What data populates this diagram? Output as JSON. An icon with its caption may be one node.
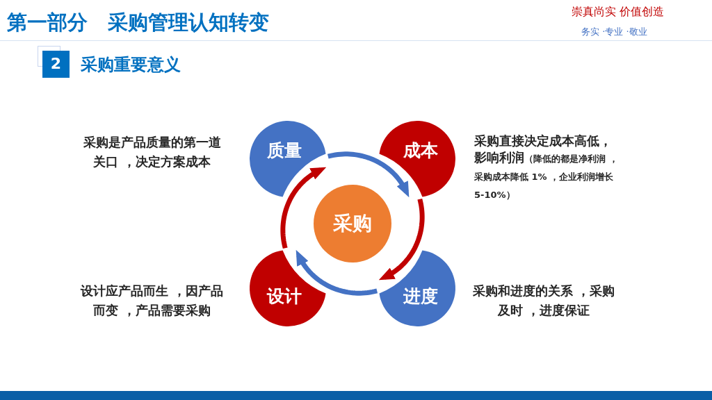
{
  "diagram": {
    "title": "第一部分　采购管理认知转变",
    "nodes": [
      {
        "text": [
          "2"
        ],
        "beside": [
          "采购重要意义"
        ]
      },
      {
        "text": [
          "质量"
        ],
        "beside": [
          "采购是产品质量的第一道关口 ，决定方案成本"
        ]
      },
      {
        "text": [
          "成本"
        ],
        "beside": [
          "采购直接决定成本高低，影响利润",
          "（降低的都是净利润 ，采购成本降低 1% ，企业利润增长 5-10%）"
        ]
      },
      {
        "text": [
          "采购"
        ]
      },
      {
        "text": [
          "设计"
        ],
        "beside": [
          "设计应产品而生 ，因产品而变 ，产品需要采购"
        ]
      },
      {
        "text": [
          "进度"
        ],
        "beside": [
          "采购和进度的关系 ，采购及时 ，进度保证"
        ]
      }
    ],
    "edges": [
      {
        "from": 1,
        "to": 2,
        "arrow": "to",
        "color": "#4472c4"
      },
      {
        "from": 2,
        "to": 5,
        "arrow": "to",
        "color": "#c00000"
      },
      {
        "from": 5,
        "to": 4,
        "arrow": "to",
        "color": "#4472c4"
      },
      {
        "from": 4,
        "to": 1,
        "arrow": "to",
        "color": "#c00000"
      }
    ],
    "labels": [
      "崇真尚实 价值创造",
      "务实 ·专业 ·敬业"
    ]
  }
}
